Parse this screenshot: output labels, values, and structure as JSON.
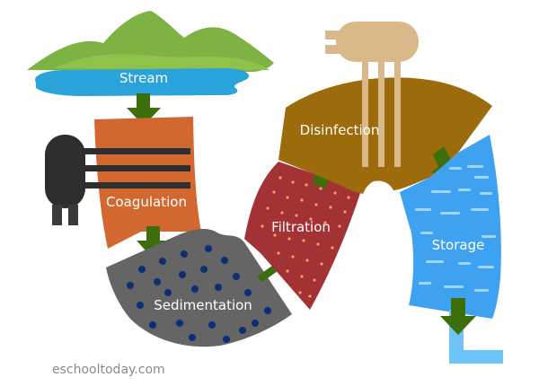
{
  "diagram": {
    "stages": {
      "stream": "Stream",
      "coagulation": "Coagulation",
      "sedimentation": "Sedimentation",
      "filtration": "Filtration",
      "disinfection": "Disinfection",
      "storage": "Storage"
    },
    "credit": "eschooltoday.com",
    "colors": {
      "hills": "#7cb342",
      "stream_water": "#29a3d9",
      "coagulation": "#d2672f",
      "tank": "#2e2e2e",
      "sedimentation": "#656565",
      "sediment_dots": "#0b2f73",
      "filtration": "#a23234",
      "filter_dots": "#f2a15e",
      "disinfection": "#9b6b0c",
      "chlorine_tank": "#d9b98a",
      "storage": "#3fa2f0",
      "outlet_pipe": "#6ec3f6",
      "arrows": "#3c6e0c"
    },
    "icons": [
      "hills-icon",
      "tank-icon",
      "chlorine-tank-icon",
      "flow-arrow-icon",
      "outlet-pipe-icon"
    ]
  }
}
